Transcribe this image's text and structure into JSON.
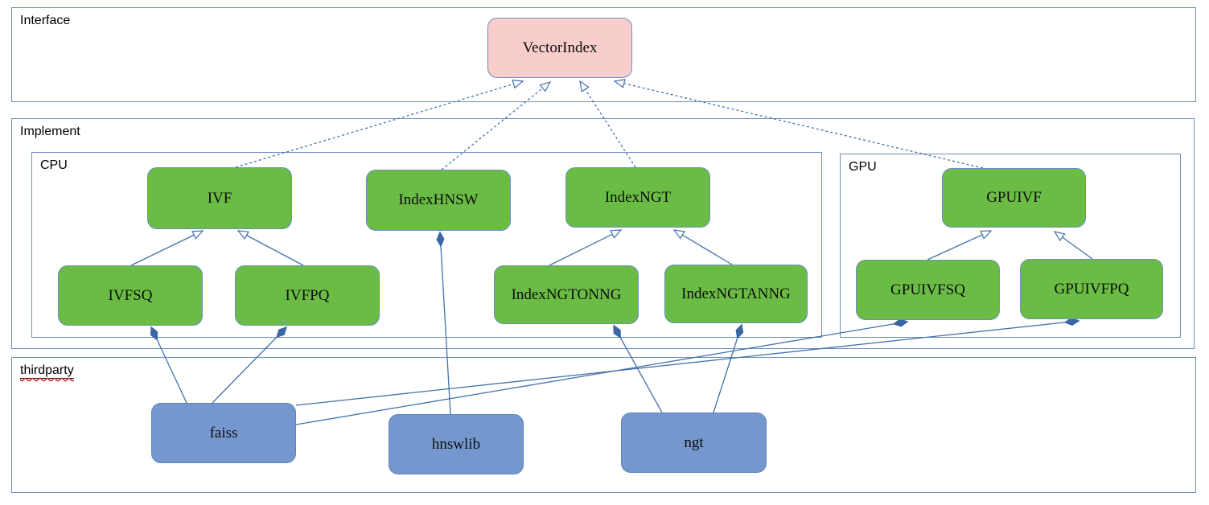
{
  "containers": {
    "interface": {
      "label": "Interface"
    },
    "implement": {
      "label": "Implement"
    },
    "cpu": {
      "label": "CPU"
    },
    "gpu": {
      "label": "GPU"
    },
    "thirdparty": {
      "label": "thirdparty"
    }
  },
  "nodes": {
    "vectorindex": {
      "label": "VectorIndex",
      "kind": "interface"
    },
    "ivf": {
      "label": "IVF",
      "kind": "implementation-cpu"
    },
    "indexhnsw": {
      "label": "IndexHNSW",
      "kind": "implementation-cpu"
    },
    "indexngt": {
      "label": "IndexNGT",
      "kind": "implementation-cpu"
    },
    "ivfsq": {
      "label": "IVFSQ",
      "kind": "implementation-cpu"
    },
    "ivfpq": {
      "label": "IVFPQ",
      "kind": "implementation-cpu"
    },
    "indexngtonng": {
      "label": "IndexNGTONNG",
      "kind": "implementation-cpu"
    },
    "indexngtanng": {
      "label": "IndexNGTANNG",
      "kind": "implementation-cpu"
    },
    "gpuivf": {
      "label": "GPUIVF",
      "kind": "implementation-gpu"
    },
    "gpuivfsq": {
      "label": "GPUIVFSQ",
      "kind": "implementation-gpu"
    },
    "gpuivfpq": {
      "label": "GPUIVFPQ",
      "kind": "implementation-gpu"
    },
    "faiss": {
      "label": "faiss",
      "kind": "thirdparty"
    },
    "hnswlib": {
      "label": "hnswlib",
      "kind": "thirdparty"
    },
    "ngt": {
      "label": "ngt",
      "kind": "thirdparty"
    }
  },
  "edges": [
    {
      "from": "ivf",
      "to": "vectorindex",
      "type": "realization-dashed-hollow-arrow"
    },
    {
      "from": "indexhnsw",
      "to": "vectorindex",
      "type": "realization-dashed-hollow-arrow"
    },
    {
      "from": "indexngt",
      "to": "vectorindex",
      "type": "realization-dashed-hollow-arrow"
    },
    {
      "from": "gpuivf",
      "to": "vectorindex",
      "type": "realization-dashed-hollow-arrow"
    },
    {
      "from": "ivfsq",
      "to": "ivf",
      "type": "inheritance-hollow-arrow"
    },
    {
      "from": "ivfpq",
      "to": "ivf",
      "type": "inheritance-hollow-arrow"
    },
    {
      "from": "indexngtonng",
      "to": "indexngt",
      "type": "inheritance-hollow-arrow"
    },
    {
      "from": "indexngtanng",
      "to": "indexngt",
      "type": "inheritance-hollow-arrow"
    },
    {
      "from": "gpuivfsq",
      "to": "gpuivf",
      "type": "inheritance-hollow-arrow"
    },
    {
      "from": "gpuivfpq",
      "to": "gpuivf",
      "type": "inheritance-hollow-arrow"
    },
    {
      "from": "faiss",
      "to": "ivfsq",
      "type": "composition-filled-diamond"
    },
    {
      "from": "faiss",
      "to": "ivfpq",
      "type": "composition-filled-diamond"
    },
    {
      "from": "faiss",
      "to": "gpuivfpq",
      "type": "composition-filled-diamond"
    },
    {
      "from": "faiss",
      "to": "gpuivfsq",
      "type": "composition-filled-diamond"
    },
    {
      "from": "hnswlib",
      "to": "indexhnsw",
      "type": "composition-filled-diamond"
    },
    {
      "from": "ngt",
      "to": "indexngtonng",
      "type": "composition-filled-diamond"
    },
    {
      "from": "ngt",
      "to": "indexngtanng",
      "type": "composition-filled-diamond"
    }
  ],
  "colors": {
    "interface_fill": "#f8cecc",
    "implementation_fill": "#6abc45",
    "thirdparty_fill": "#7498ce",
    "node_border": "#6c8ebf",
    "container_border": "#6c8ebf",
    "edge_stroke": "#4472a8",
    "diamond_fill": "#3a66a5",
    "spellcheck_wavy": "#d03030"
  }
}
